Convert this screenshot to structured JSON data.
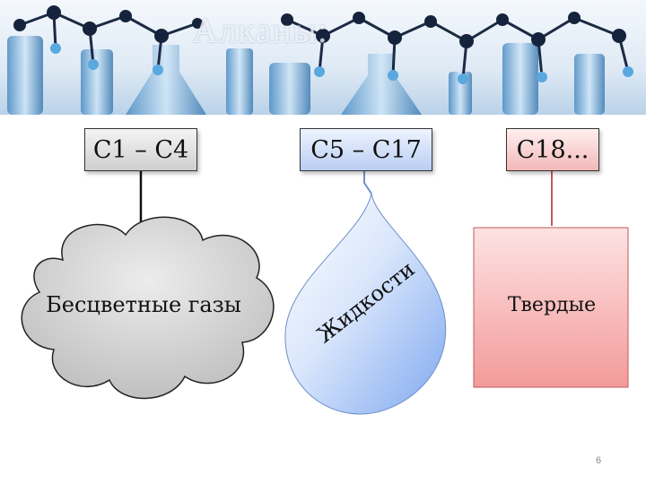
{
  "slide": {
    "title": "Алканы:",
    "page_number": "6"
  },
  "ranges": {
    "c1_c4": "С1 – С4",
    "c5_c17": "С5 – С17",
    "c18": "С18..."
  },
  "states": {
    "gases": "Бесцветные газы",
    "liquids": "Жидкости",
    "solids": "Твердые"
  },
  "colors": {
    "gas_fill": "#c8c8c8",
    "liquid_fill": "#7fa8f0",
    "solid_fill": "#f08f8f"
  }
}
